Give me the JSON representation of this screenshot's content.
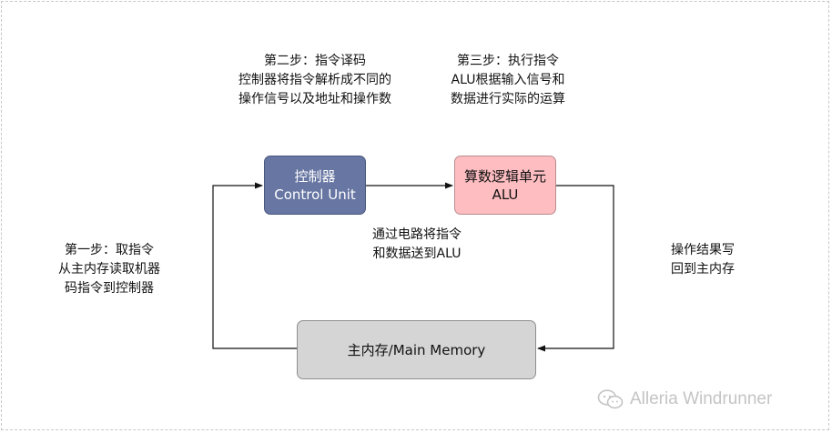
{
  "nodes": {
    "control_unit": {
      "line1": "控制器",
      "line2": "Control Unit"
    },
    "alu": {
      "line1": "算数逻辑单元",
      "line2": "ALU"
    },
    "memory": {
      "label": "主内存/Main Memory"
    }
  },
  "annotations": {
    "step1": [
      "第一步：取指令",
      "从主内存读取机器",
      "码指令到控制器"
    ],
    "step2": [
      "第二步：指令译码",
      "控制器将指令解析成不同的",
      "操作信号以及地址和操作数"
    ],
    "step3": [
      "第三步：执行指令",
      "ALU根据输入信号和",
      "数据进行实际的运算"
    ],
    "bus": [
      "通过电路将指令",
      "和数据送到ALU"
    ],
    "writeback": [
      "操作结果写",
      "回到主内存"
    ]
  },
  "watermark": {
    "text": "Alleria Windrunner",
    "icon": "wechat-icon"
  },
  "colors": {
    "control_unit": "#6776a2",
    "alu": "#fdbdc1",
    "memory": "#d5d5d5"
  }
}
